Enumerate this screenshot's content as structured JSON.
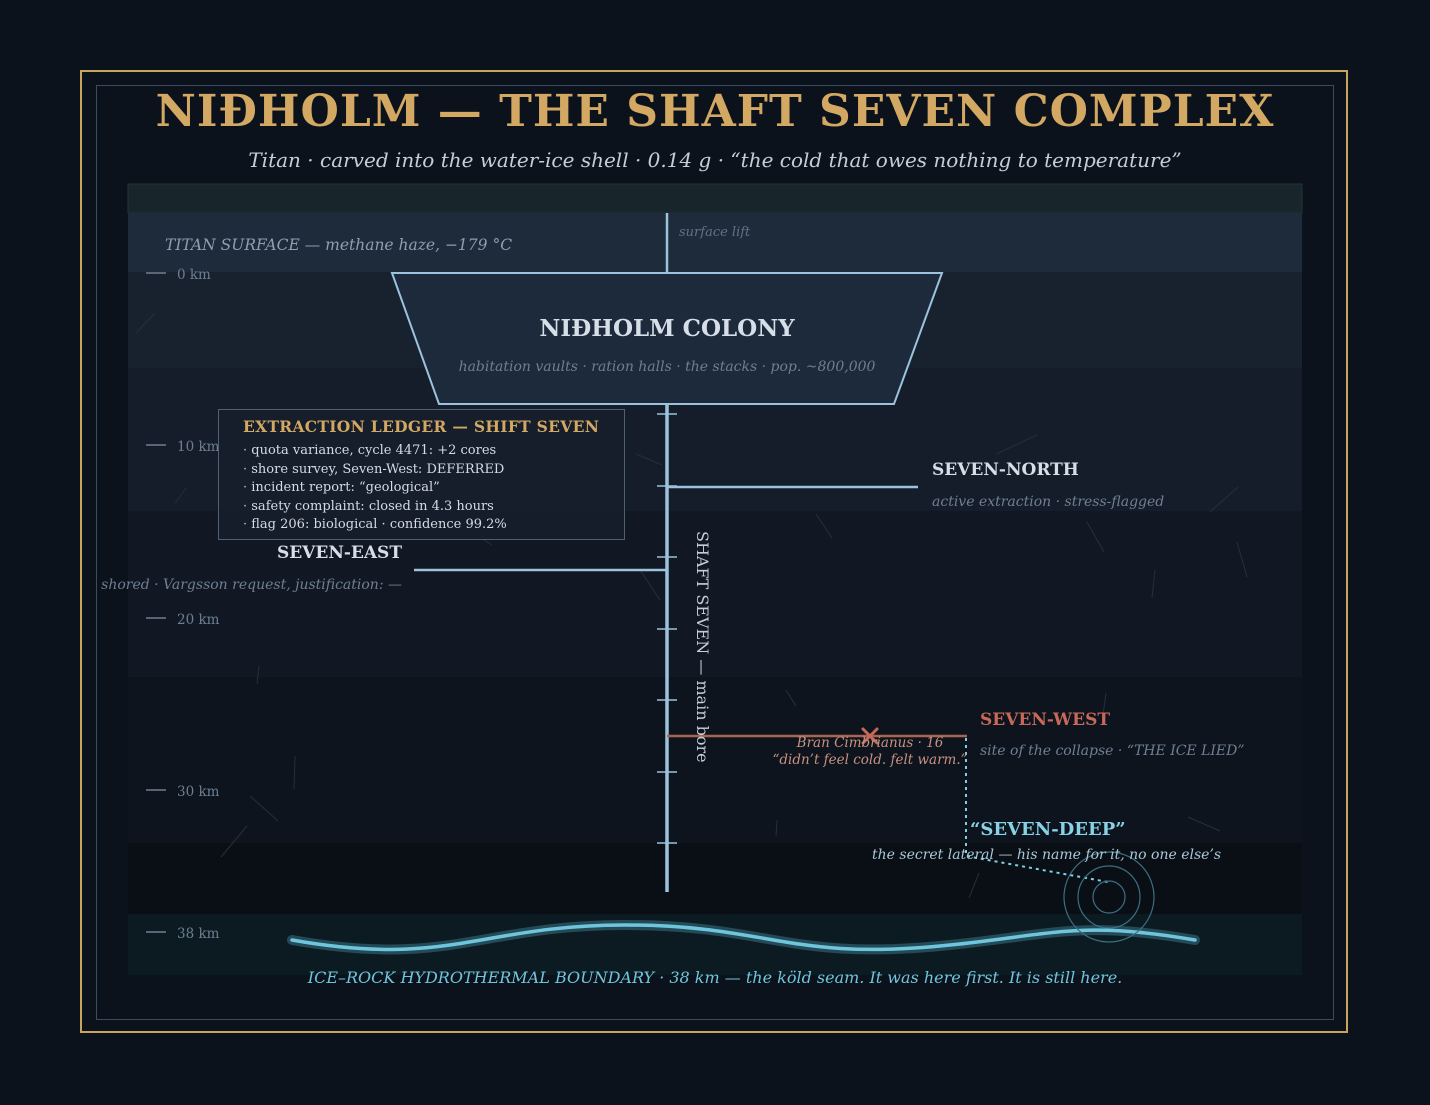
{
  "title": "NIÐHOLM — THE SHAFT SEVEN COMPLEX",
  "subtitle": "Titan · carved into the water-ice shell · 0.14 g · “the cold that owes nothing to temperature”",
  "surface": {
    "label": "TITAN SURFACE — methane haze, −179 °C",
    "lift_label": "surface lift"
  },
  "depth_ticks": [
    "0 km",
    "10 km",
    "20 km",
    "30 km",
    "38 km"
  ],
  "colony": {
    "name": "NIÐHOLM COLONY",
    "description": "habitation vaults · ration halls · the stacks · pop. ~800,000"
  },
  "ledger": {
    "title": "EXTRACTION LEDGER — SHIFT SEVEN",
    "items": [
      "quota variance, cycle 4471: +2 cores",
      "shore survey, Seven-West: DEFERRED",
      "incident report: “geological”",
      "safety complaint: closed in 4.3 hours",
      "flag 206: biological · confidence 99.2%"
    ]
  },
  "shaft": {
    "label": "SHAFT SEVEN — main bore"
  },
  "laterals": {
    "north": {
      "name": "SEVEN-NORTH",
      "note": "active extraction · stress-flagged"
    },
    "east": {
      "name": "SEVEN-EAST",
      "note": "shored · Vargsson request, justification: —"
    },
    "west": {
      "name": "SEVEN-WEST",
      "note": "site of the collapse · “THE ICE LIED”"
    },
    "deep": {
      "name": "“SEVEN-DEEP”",
      "note": "the secret lateral — his name for it, no one else’s"
    }
  },
  "casualty": {
    "name": "Bran Cimbrianus · 16",
    "quote": "“didn’t feel cold. felt warm.”"
  },
  "boundary": {
    "label": "ICE–ROCK HYDROTHERMAL BOUNDARY · 38 km — the köld seam. It was here first. It is still here."
  },
  "colors": {
    "gold": "#d2a862",
    "ice": "#9cc2de",
    "danger": "#c8685a",
    "seam": "#6fc6dc"
  }
}
